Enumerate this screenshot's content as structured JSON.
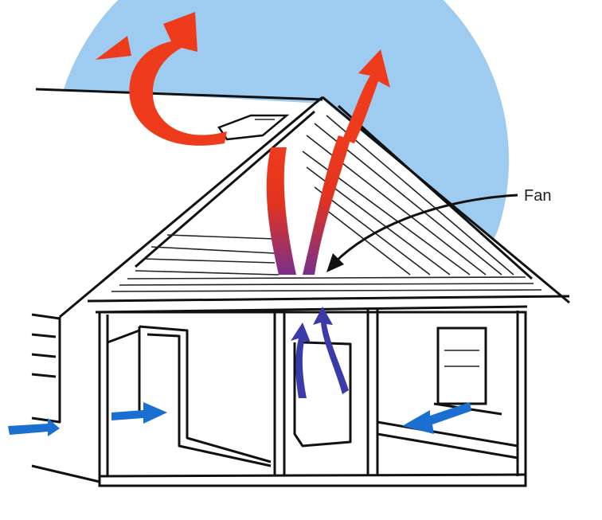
{
  "diagram": {
    "labels": {
      "fan": "Fan"
    },
    "colors": {
      "sky": "#9ecbf0",
      "hot_air": "#ee3b1c",
      "warm_air_bottom": "#7a2f8c",
      "rising_indoor_air": "#3a3aa8",
      "incoming_air": "#1a6fd0",
      "outline": "#111111"
    },
    "icons": [
      "hot-air-arrow",
      "cool-air-arrow",
      "indoor-air-arrow",
      "roof-vent",
      "attic-fan"
    ]
  }
}
